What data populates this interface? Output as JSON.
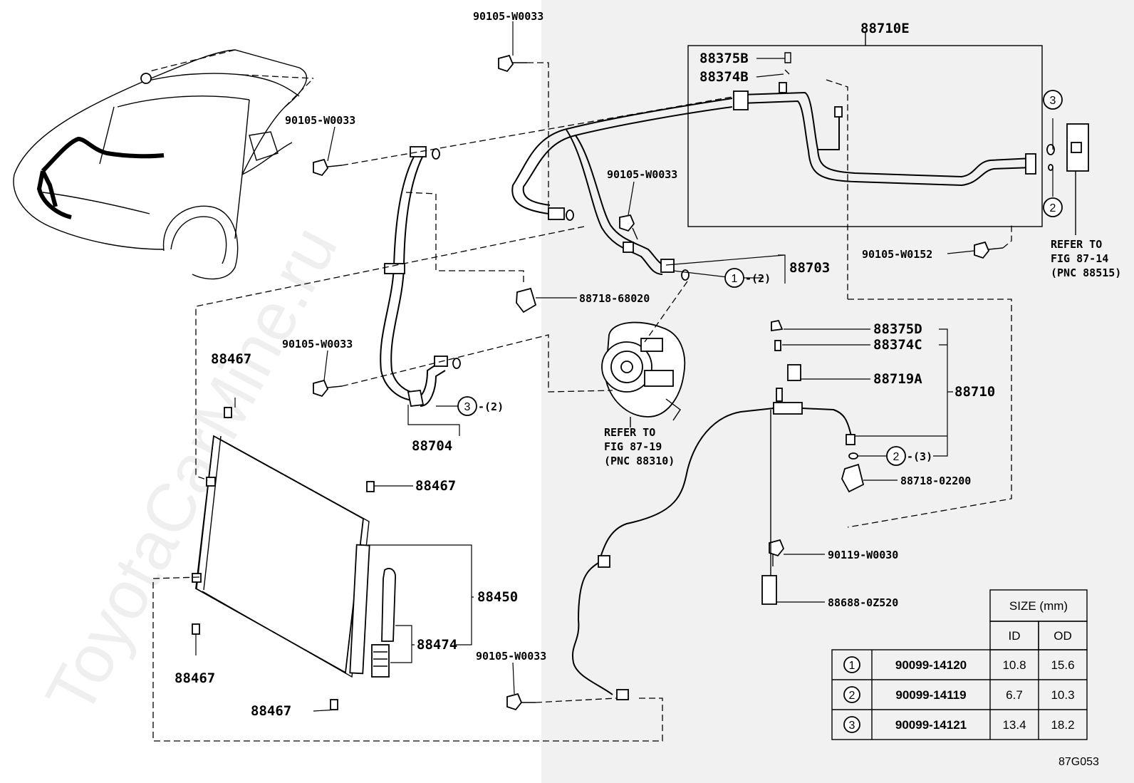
{
  "labels": {
    "bolt_top": "90105-W0033",
    "bolt_left": "90105-W0033",
    "bolt_mid": "90105-W0033",
    "bolt_center": "90105-W0033",
    "bolt_bottom": "90105-W0033",
    "bolt_right": "90105-W0152",
    "bolt_90119": "90119-W0030",
    "p88710E": "88710E",
    "p88375B": "88375B",
    "p88374B": "88374B",
    "p88703": "88703",
    "p88718_68020": "88718-68020",
    "p88704": "88704",
    "p88467_a": "88467",
    "p88467_b": "88467",
    "p88467_c": "88467",
    "p88467_d": "88467",
    "p88450": "88450",
    "p88474": "88474",
    "p88375D": "88375D",
    "p88374C": "88374C",
    "p88719A": "88719A",
    "p88710": "88710",
    "p88718_02200": "88718-02200",
    "p88688": "88688-0Z520",
    "sub_1": "-(2)",
    "sub_3": "-(2)",
    "sub_2": "-(3)"
  },
  "refs": {
    "compressor": [
      "REFER TO",
      "FIG 87-19",
      "(PNC 88310)"
    ],
    "valve": [
      "REFER TO",
      "FIG 87-14",
      "(PNC 88515)"
    ]
  },
  "size_table": {
    "header": "SIZE (mm)",
    "col_id": "ID",
    "col_od": "OD",
    "rows": [
      {
        "num": "1",
        "part": "90099-14120",
        "id": "10.8",
        "od": "15.6"
      },
      {
        "num": "2",
        "part": "90099-14119",
        "id": "6.7",
        "od": "10.3"
      },
      {
        "num": "3",
        "part": "90099-14121",
        "id": "13.4",
        "od": "18.2"
      }
    ]
  },
  "callouts": {
    "c1": "1",
    "c2a": "2",
    "c2b": "2",
    "c3a": "3",
    "c3b": "3"
  },
  "figure_code": "87G053",
  "watermark": "ToyotaCarMine.ru"
}
